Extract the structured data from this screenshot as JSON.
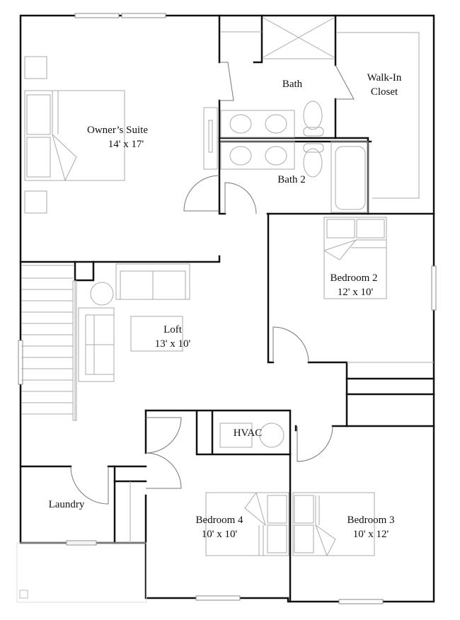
{
  "floorplan": {
    "rooms": [
      {
        "id": "owners-suite",
        "name": "Owner’s Suite",
        "dims": "14' x 17'"
      },
      {
        "id": "bath",
        "name": "Bath",
        "dims": ""
      },
      {
        "id": "walk-in-closet",
        "name": "Walk-In",
        "name2": "Closet",
        "dims": ""
      },
      {
        "id": "bath-2",
        "name": "Bath 2",
        "dims": ""
      },
      {
        "id": "bedroom-2",
        "name": "Bedroom 2",
        "dims": "12' x 10'"
      },
      {
        "id": "loft",
        "name": "Loft",
        "dims": "13' x 10'"
      },
      {
        "id": "hvac",
        "name": "HVAC",
        "dims": ""
      },
      {
        "id": "laundry",
        "name": "Laundry",
        "dims": ""
      },
      {
        "id": "bedroom-4",
        "name": "Bedroom 4",
        "dims": "10' x 10'"
      },
      {
        "id": "bedroom-3",
        "name": "Bedroom 3",
        "dims": "10' x 12'"
      }
    ]
  }
}
